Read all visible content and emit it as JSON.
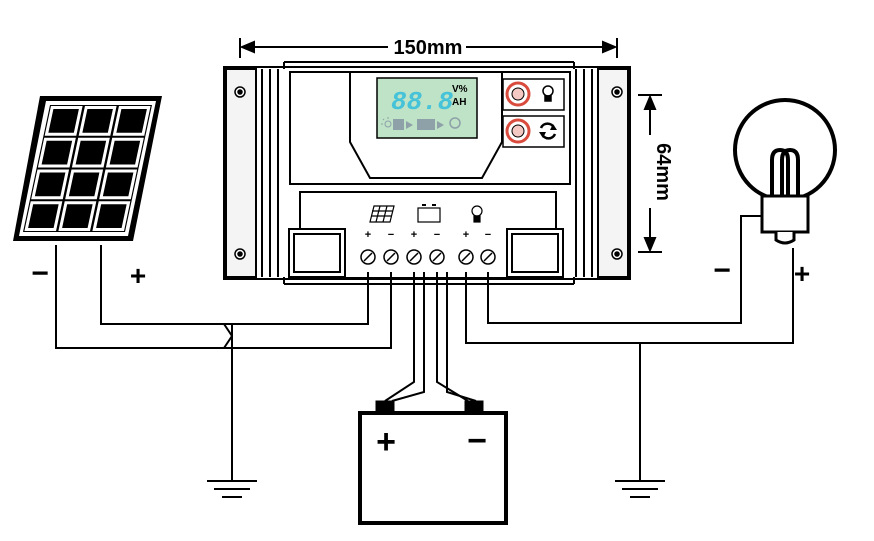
{
  "dimensions": {
    "width_label": "150mm",
    "height_label": "64mm"
  },
  "lcd": {
    "digits": "88.8",
    "unit_top": "V%",
    "unit_bottom": "AH"
  },
  "panel": {
    "minus": "−",
    "plus": "+"
  },
  "terminals": {
    "polarity": [
      "+",
      "−",
      "+",
      "−",
      "+",
      "−"
    ]
  },
  "battery": {
    "plus": "+",
    "minus": "−"
  },
  "load": {
    "minus": "−",
    "plus": "+"
  },
  "icons": {
    "panel": "solar-panel-icon",
    "battery": "battery-icon",
    "load": "bulb-icon",
    "ground": "ground-icon",
    "button_top": "bulb-button-icon",
    "button_bottom": "cycle-button-icon"
  },
  "colors": {
    "controller_body": "#ffffff",
    "lcd_green": "#bfe3c6",
    "lcd_digits": "#46c3d8",
    "button_ring": "#d94c3d",
    "line": "#000000"
  }
}
